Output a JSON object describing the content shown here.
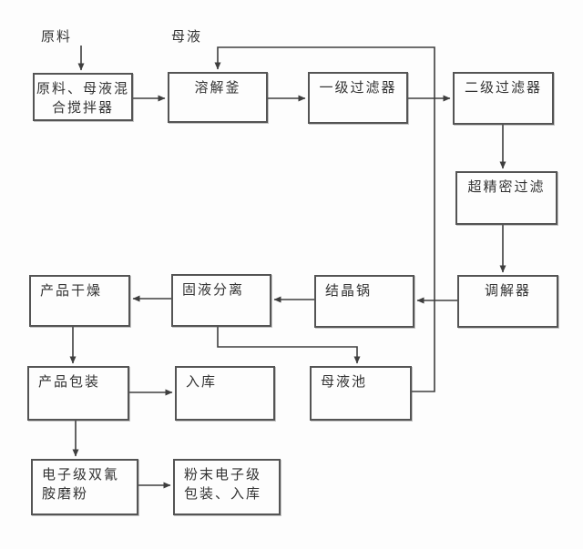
{
  "diagram": {
    "type": "process-flowchart",
    "language": "zh-CN",
    "free_labels": {
      "raw_material": "原料",
      "mother_liquor": "母液"
    },
    "nodes": [
      {
        "id": "mixer",
        "label": "原料、母液混\n合搅拌器"
      },
      {
        "id": "dissolver",
        "label": "溶解釜"
      },
      {
        "id": "filter1",
        "label": "一级过滤器"
      },
      {
        "id": "filter2",
        "label": "二级过滤器"
      },
      {
        "id": "ultrafilter",
        "label": "超精密过滤"
      },
      {
        "id": "regulator",
        "label": "调解器"
      },
      {
        "id": "crystallizer",
        "label": "结晶锅"
      },
      {
        "id": "separator",
        "label": "固液分离"
      },
      {
        "id": "dryer",
        "label": "产品干燥"
      },
      {
        "id": "packaging",
        "label": "产品包装"
      },
      {
        "id": "warehouse",
        "label": "入库"
      },
      {
        "id": "pool",
        "label": "母液池"
      },
      {
        "id": "grinding",
        "label": "电子级双氰\n胺磨粉"
      },
      {
        "id": "powderpack",
        "label": "粉末电子级\n包装、入库"
      }
    ],
    "edges": [
      {
        "from": "raw-material-label",
        "to": "mixer"
      },
      {
        "from": "mother-liquor-pool",
        "to": "dissolver",
        "note": "recycle line labeled 母液"
      },
      {
        "from": "mixer",
        "to": "dissolver"
      },
      {
        "from": "dissolver",
        "to": "filter1"
      },
      {
        "from": "filter1",
        "to": "filter2"
      },
      {
        "from": "filter2",
        "to": "ultrafilter"
      },
      {
        "from": "ultrafilter",
        "to": "regulator"
      },
      {
        "from": "regulator",
        "to": "crystallizer"
      },
      {
        "from": "crystallizer",
        "to": "separator"
      },
      {
        "from": "separator",
        "to": "dryer"
      },
      {
        "from": "separator",
        "to": "pool"
      },
      {
        "from": "dryer",
        "to": "packaging"
      },
      {
        "from": "packaging",
        "to": "warehouse"
      },
      {
        "from": "packaging",
        "to": "grinding"
      },
      {
        "from": "grinding",
        "to": "powderpack"
      }
    ],
    "colors": {
      "line": "#3e3e3e",
      "box_border": "#545454",
      "text": "#333333",
      "background": "#fdfdfd"
    }
  }
}
